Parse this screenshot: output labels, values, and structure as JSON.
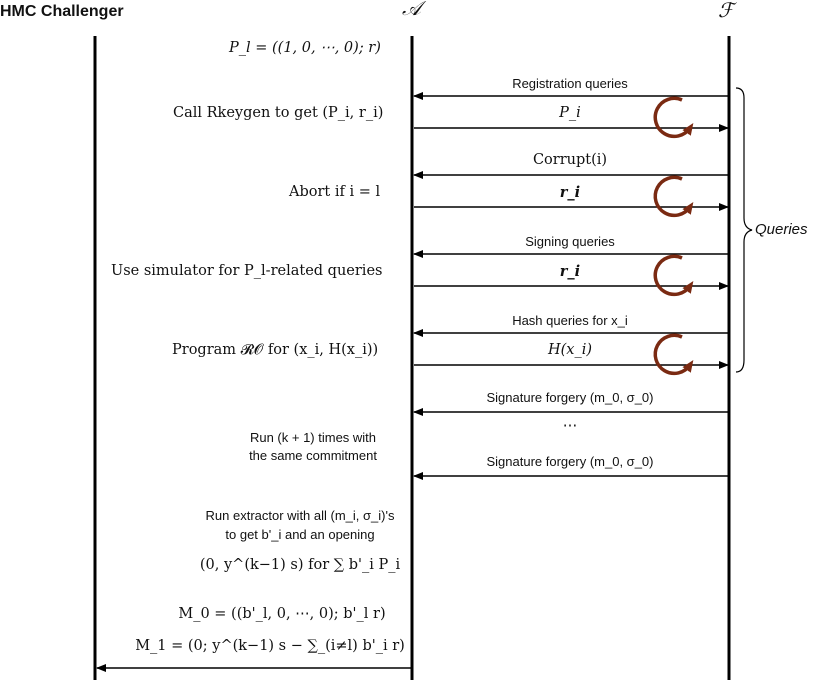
{
  "title": "HMC Challenger",
  "parties": {
    "adversary": "𝒜",
    "forger": "ℱ"
  },
  "challenger_notes": {
    "init": "P_l = ((1, 0, ⋯, 0); r)",
    "rkeygen": "Call Rkeygen to get (P_i, r_i)",
    "abort": "Abort if i = l",
    "simulator": "Use simulator for P_l-related queries",
    "program_ro": "Program 𝓡𝓞 for (x_i, H(x_i))",
    "run_line1": "Run (k + 1) times with",
    "run_line2": "the same commitment",
    "extract_line1": "Run extractor with all (m_i, σ_i)'s",
    "extract_line2": "to get b'_i and an opening",
    "extract_line3": "(0, y^(k−1) s) for ∑ b'_i P_i",
    "m0": "M_0 = ((b'_l, 0, ⋯, 0); b'_l r)",
    "m1": "M_1 = (0; y^(k−1) s − ∑_(i≠l) b'_i r)"
  },
  "messages": {
    "registration": "Registration queries",
    "pi": "P_i",
    "corrupt": "Corrupt(i)",
    "ri_1": "r_i",
    "signing": "Signing queries",
    "ri_2": "r_i",
    "hash": "Hash queries for x_i",
    "hxi": "H(x_i)",
    "forgery_1": "Signature forgery (m_0, σ_0)",
    "dots": "⋯",
    "forgery_2": "Signature forgery (m_0, σ_0)"
  },
  "brace_label": "Queries",
  "colors": {
    "loop_arrow": "#7a2a12",
    "lines": "#000000"
  }
}
